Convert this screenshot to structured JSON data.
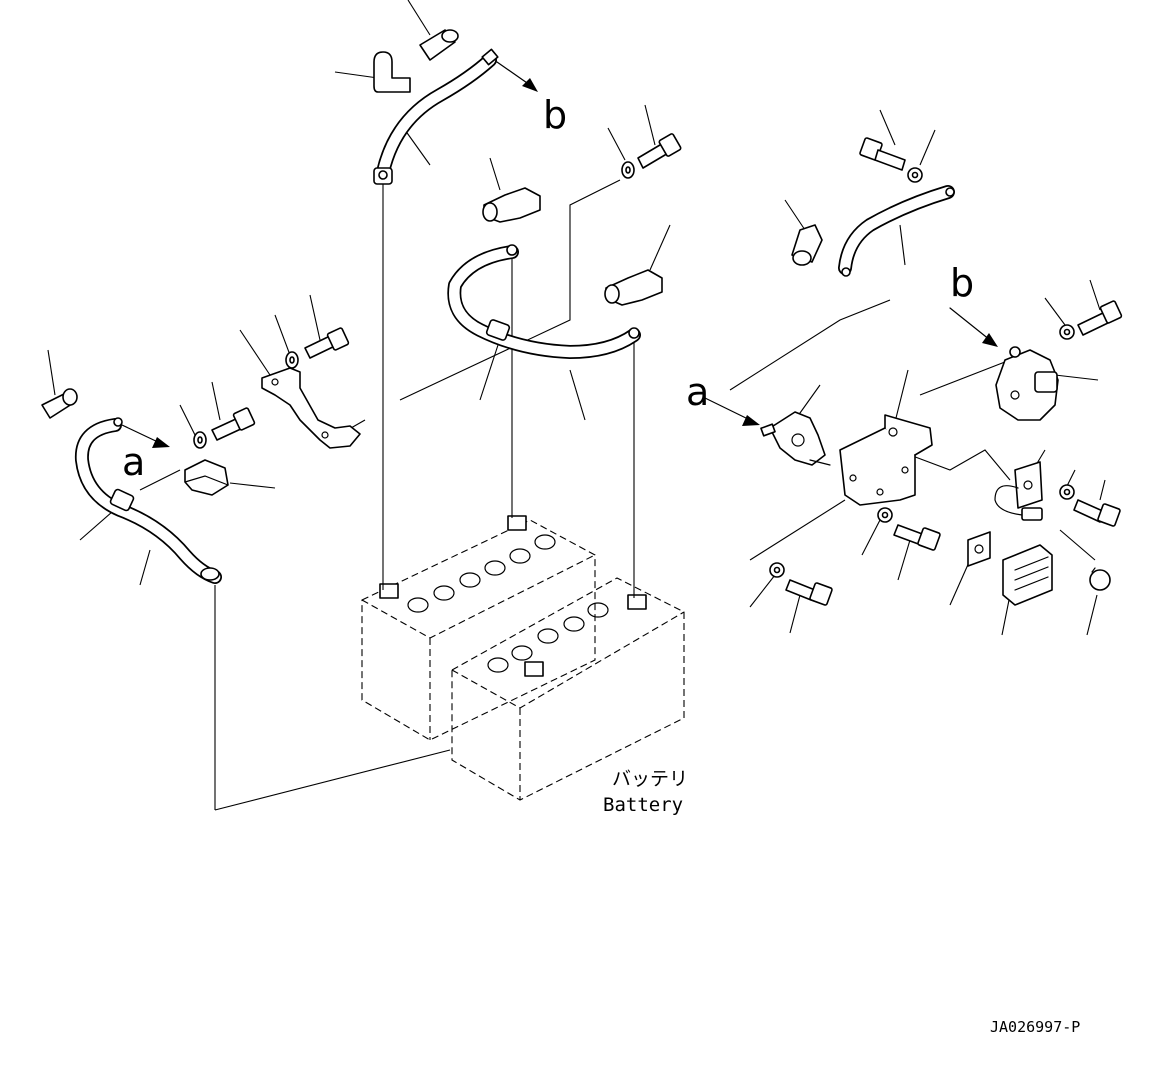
{
  "diagram": {
    "reference_letters": {
      "a_left": "a",
      "b_top": "b",
      "a_right": "a",
      "b_right": "b"
    },
    "battery_label_jp": "バッテリ",
    "battery_label_en": "Battery",
    "drawing_code": "JA026997-P"
  }
}
